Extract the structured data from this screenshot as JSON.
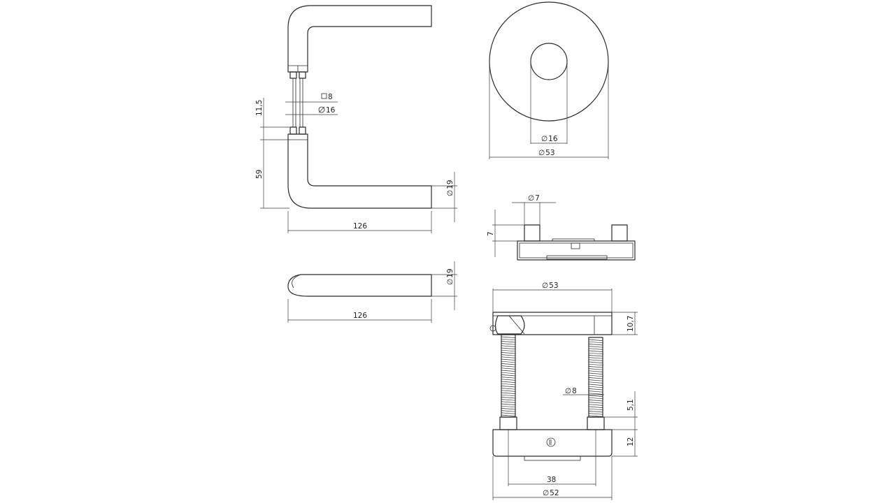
{
  "dimensions": {
    "square_spindle": "8",
    "spindle_offset": "11,5",
    "collar_dia": "16",
    "handle_height": "59",
    "handle_dia": "19",
    "handle_length": "126",
    "lever_dia": "19",
    "lever_length": "126",
    "rose_inner_dia": "16",
    "rose_outer_dia": "53",
    "post_dia": "7",
    "post_height": "7",
    "backplate_dia": "53",
    "backplate_height": "10,7",
    "screw_dia": "8",
    "screw_offset": "5,1",
    "base_height": "12",
    "base_span": "38",
    "base_dia": "52"
  },
  "symbols": {
    "diameter": "∅",
    "square": "□"
  }
}
